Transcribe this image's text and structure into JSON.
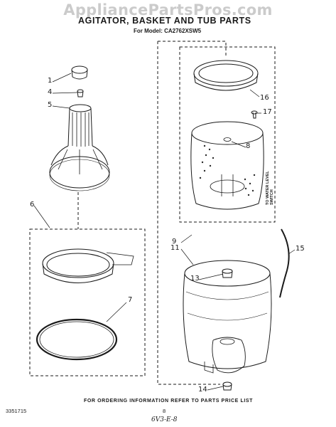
{
  "watermark": "AppliancePartsPros.com",
  "title": "AGITATOR, BASKET AND TUB PARTS",
  "model_line": "For Model:  CA2762XSW5",
  "water_level_note": [
    "TO WATER LEVEL",
    "SWITCH"
  ],
  "footer_note": "FOR ORDERING INFORMATION REFER TO PARTS PRICE LIST",
  "doc_number": "3351715",
  "page_number": "8",
  "handwritten_note": "6V3-E-8",
  "callouts": {
    "c1": "1",
    "c4": "4",
    "c5": "5",
    "c6": "6",
    "c7": "7",
    "c8": "8",
    "c9": "9",
    "c11": "11",
    "c13": "13",
    "c14": "14",
    "c15": "15",
    "c16": "16",
    "c17": "17"
  }
}
